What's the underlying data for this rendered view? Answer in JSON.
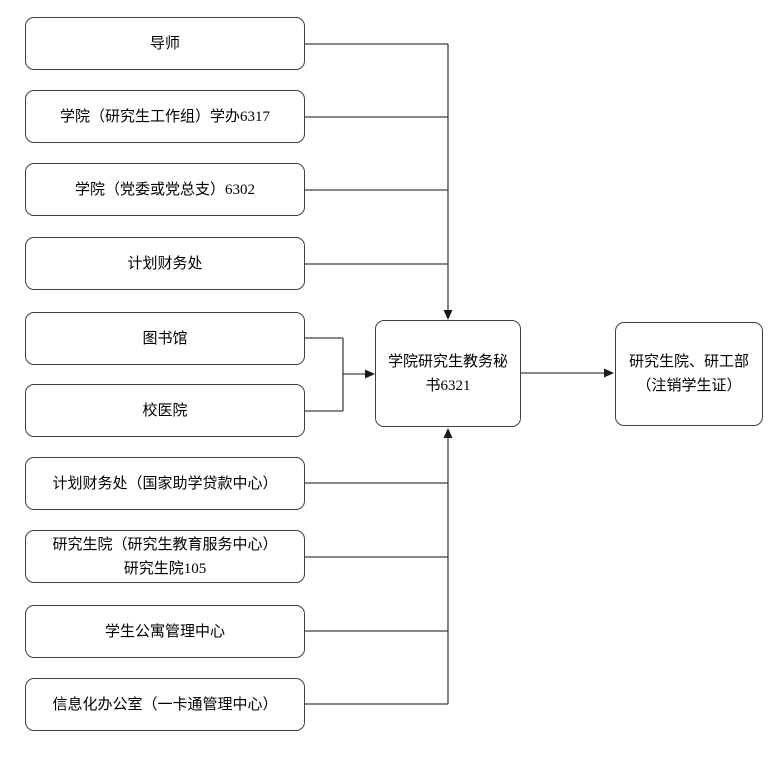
{
  "diagram": {
    "left": [
      {
        "lines": [
          "导师"
        ]
      },
      {
        "lines": [
          "学院（研究生工作组）学办6317"
        ]
      },
      {
        "lines": [
          "学院（党委或党总支）6302"
        ]
      },
      {
        "lines": [
          "计划财务处"
        ]
      },
      {
        "lines": [
          "图书馆"
        ]
      },
      {
        "lines": [
          "校医院"
        ]
      },
      {
        "lines": [
          "计划财务处（国家助学贷款中心）"
        ]
      },
      {
        "lines": [
          "研究生院（研究生教育服务中心）",
          "研究生院105"
        ]
      },
      {
        "lines": [
          "学生公寓管理中心"
        ]
      },
      {
        "lines": [
          "信息化办公室（一卡通管理中心）"
        ]
      }
    ],
    "center": {
      "lines": [
        "学院研究生教务秘",
        "书6321"
      ]
    },
    "right": {
      "lines": [
        "研究生院、研工部",
        "（注销学生证）"
      ]
    },
    "line_color": "#404040",
    "arrow_color": "#1a1a1a"
  }
}
